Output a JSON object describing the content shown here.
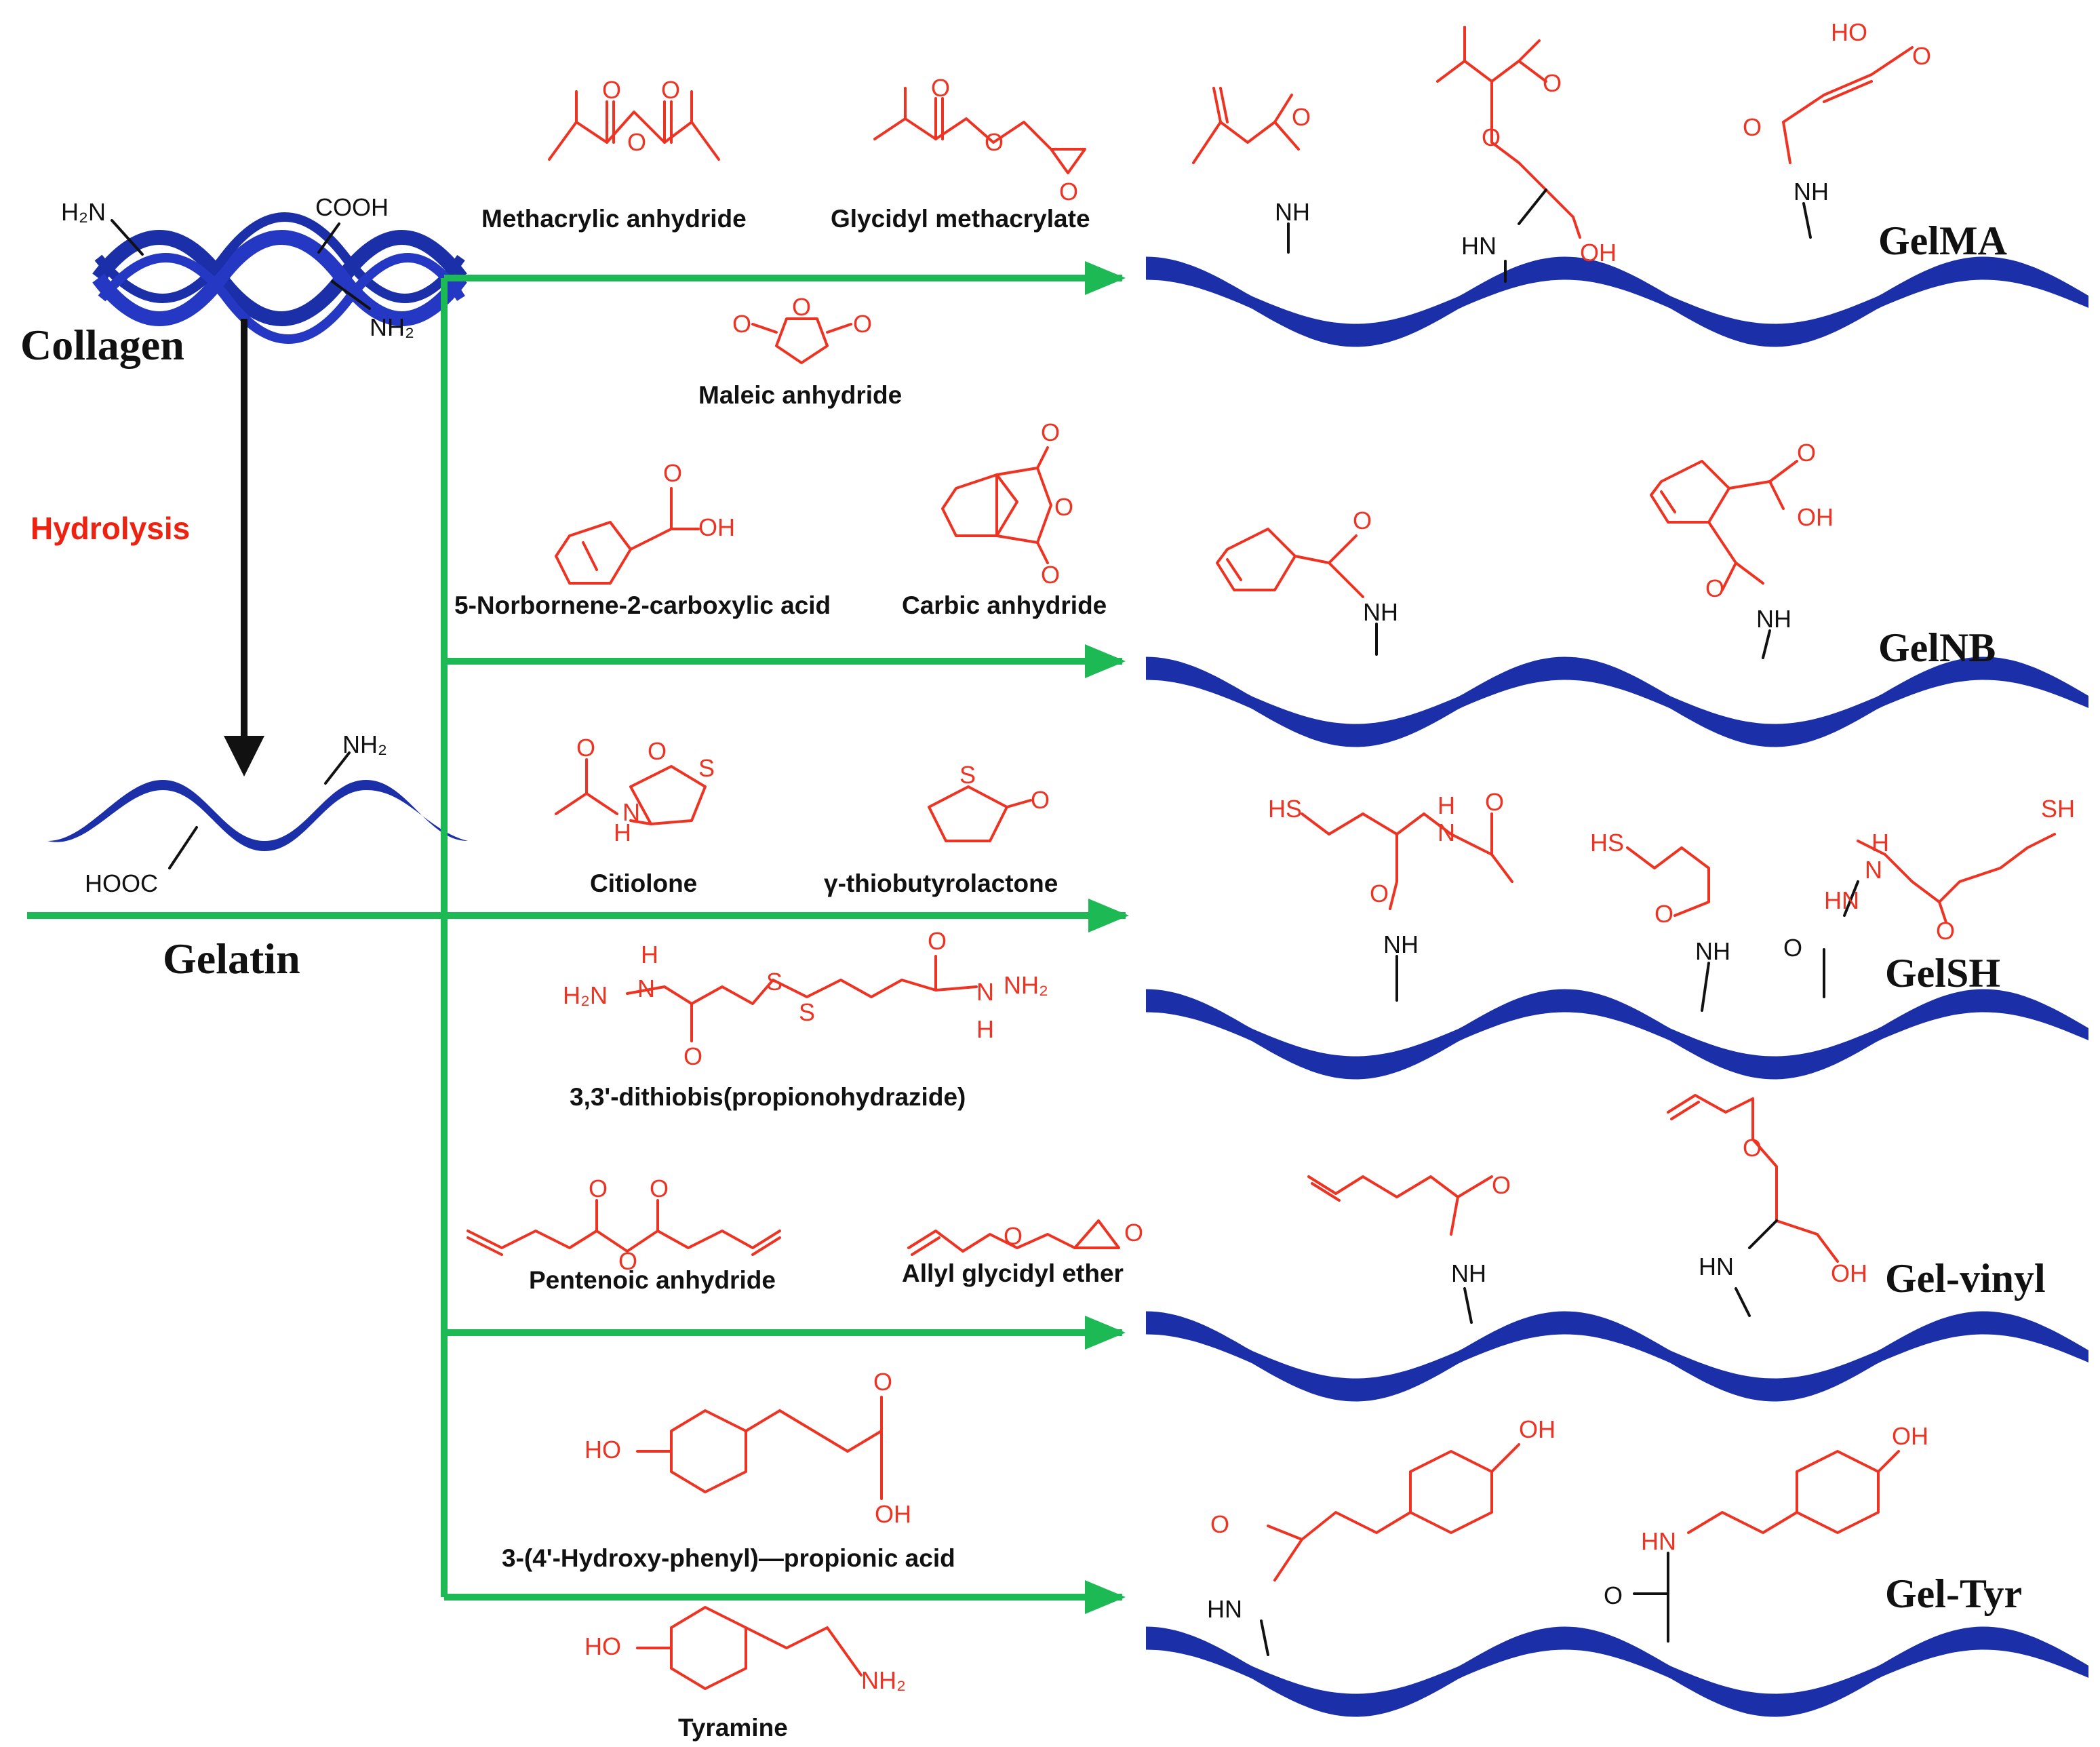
{
  "colors": {
    "flow": "#1db954",
    "backbone": "#1a2fa8",
    "substituent": "#ee3322",
    "text": "#111111",
    "hydrolysis": "#ee2211"
  },
  "source": {
    "collagen": "Collagen",
    "gelatin": "Gelatin",
    "hydrolysis": "Hydrolysis",
    "collagen_groups": {
      "amine_top": "H₂N",
      "acid": "COOH",
      "amine_bottom": "NH₂"
    },
    "gelatin_groups": {
      "amine": "NH₂",
      "acid": "HOOC"
    }
  },
  "reagents": {
    "methacrylic_anhydride": "Methacrylic anhydride",
    "glycidyl_methacrylate": "Glycidyl methacrylate",
    "maleic_anhydride": "Maleic anhydride",
    "norbornene_acid": "5-Norbornene-2-carboxylic acid",
    "carbic_anhydride": "Carbic anhydride",
    "citiolone": "Citiolone",
    "thiobutyrolactone": "γ-thiobutyrolactone",
    "dithiobis": "3,3'-dithiobis(propionohydrazide)",
    "pentenoic_anhydride": "Pentenoic anhydride",
    "allyl_glycidyl_ether": "Allyl glycidyl ether",
    "hydroxyphenyl_propionic": "3-(4'-Hydroxy-phenyl)—propionic acid",
    "tyramine": "Tyramine"
  },
  "products": {
    "gelma": "GelMA",
    "gelnb": "GelNB",
    "gelsh": "GelSH",
    "gel_vinyl": "Gel-vinyl",
    "gel_tyr": "Gel-Tyr"
  },
  "atoms": {
    "o": "O",
    "nh": "NH",
    "hn": "HN",
    "oh": "OH",
    "ho": "HO",
    "s": "S",
    "h": "H",
    "n": "N",
    "sh": "SH",
    "hs": "HS",
    "nh2": "NH₂",
    "h2n": "H₂N"
  }
}
